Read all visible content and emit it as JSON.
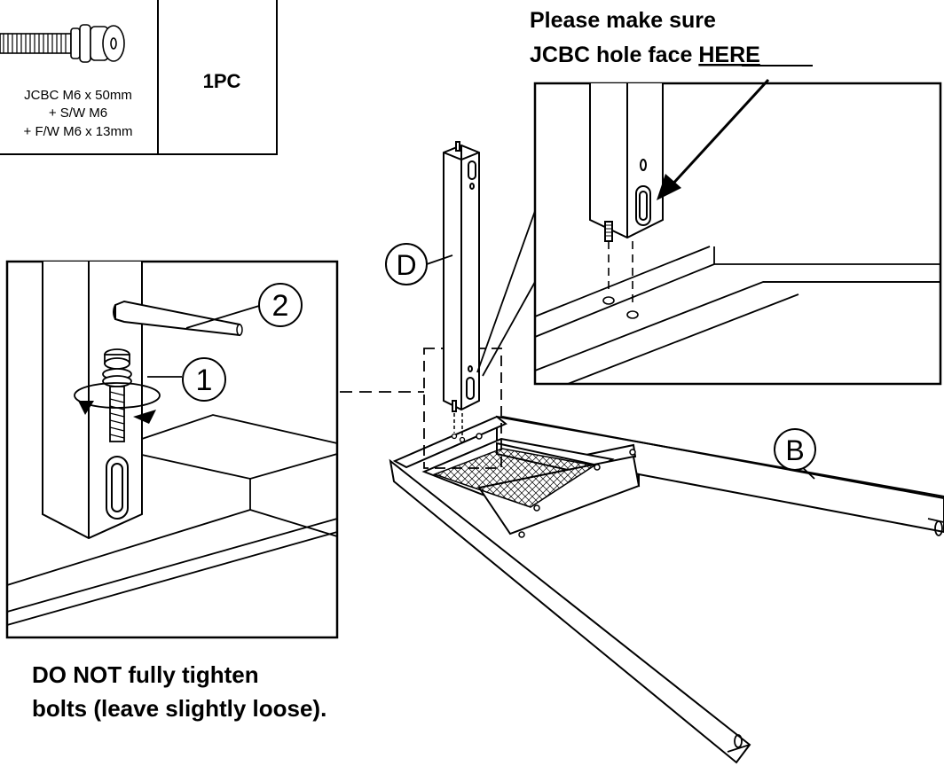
{
  "parts_table": {
    "part_name_line1": "JCBC M6 x 50mm",
    "part_name_line2": "+ S/W M6",
    "part_name_line3": "+ F/W M6 x 13mm",
    "quantity": "1PC"
  },
  "callout_note": {
    "line1": "Please make sure",
    "line2_prefix": "JCBC hole face ",
    "line2_emphasis": "HERE"
  },
  "warning_note": {
    "line1": "DO NOT fully tighten",
    "line2": "bolts (leave slightly loose)."
  },
  "labels": {
    "step_one": "1",
    "step_two": "2",
    "part_d": "D",
    "part_b": "B"
  }
}
